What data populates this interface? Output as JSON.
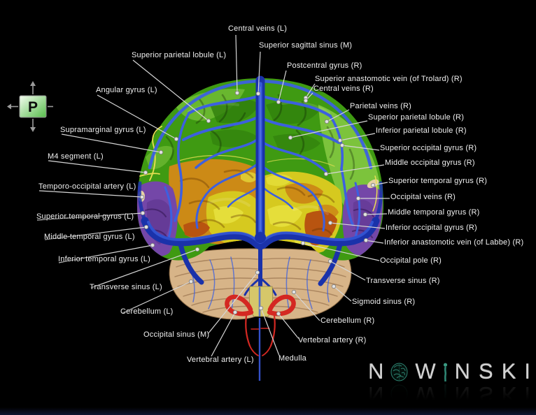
{
  "orientation_marker": {
    "letter": "P"
  },
  "logo": {
    "part1": "N",
    "part2": "W",
    "part3": "NSKI"
  },
  "labels": {
    "central_veins_l": "Central veins (L)",
    "superior_sagittal_sinus_m": "Superior sagittal sinus (M)",
    "superior_parietal_lobule_l": "Superior parietal lobule (L)",
    "postcentral_gyrus_r": "Postcentral gyrus (R)",
    "superior_anastomotic_vein_trolard_r": "Superior anastomotic vein (of Trolard) (R)",
    "central_veins_r": "Central veins (R)",
    "angular_gyrus_l": "Angular gyrus (L)",
    "parietal_veins_r": "Parietal veins (R)",
    "superior_parietal_lobule_r": "Superior parietal lobule (R)",
    "inferior_parietal_lobule_r": "Inferior parietal lobule (R)",
    "supramarginal_gyrus_l": "Supramarginal gyrus (L)",
    "superior_occipital_gyrus_r": "Superior occipital gyrus (R)",
    "m4_segment_l": "M4 segment (L)",
    "middle_occipital_gyrus_r": "Middle occipital gyrus (R)",
    "temporo_occipital_artery_l": "Temporo-occipital artery (L)",
    "superior_temporal_gyrus_r": "Superior temporal gyrus (R)",
    "occipital_veins_r": "Occipital veins (R)",
    "superior_temporal_gyrus_l": "Superior temporal gyrus (L)",
    "middle_temporal_gyrus_r": "Middle temporal gyrus (R)",
    "middle_temporal_gyrus_l": "Middle temporal gyrus (L)",
    "inferior_occipital_gyrus_r": "Inferior occipital gyrus (R)",
    "inferior_anastomotic_vein_labbe_r": "Inferior anastomotic vein (of Labbe) (R)",
    "inferior_temporal_gyrus_l": "Inferior temporal gyrus (L)",
    "occipital_pole_r": "Occipital pole (R)",
    "transverse_sinus_l": "Transverse sinus (L)",
    "transverse_sinus_r": "Transverse sinus (R)",
    "sigmoid_sinus_r": "Sigmoid sinus (R)",
    "cerebellum_l": "Cerebellum (L)",
    "cerebellum_r": "Cerebellum (R)",
    "occipital_sinus_m": "Occipital sinus (M)",
    "vertebral_artery_r": "Vertebral artery (R)",
    "vertebral_artery_l": "Vertebral artery (L)",
    "medulla": "Medulla"
  },
  "colors": {
    "background": "#000000",
    "label_text": "#f0f0f0",
    "leader_line": "#d6d6d6",
    "green_dark": "#2f7d0c",
    "green_mid": "#3f9a12",
    "green_light": "#7cc33c",
    "orange": "#cc8a16",
    "orange_dark": "#b85410",
    "yellow": "#d6c91f",
    "yellow_bright": "#e7e23f",
    "purple": "#7447a8",
    "purple_dark": "#5c338c",
    "tan_cortex": "#e6d2a4",
    "cerebellum_tan": "#d7b488",
    "cerebellum_line": "#a9845d",
    "vein_blue": "#1a32aa",
    "vein_light": "#3c60e0",
    "artery_red": "#d42822",
    "artery_yellow": "#e8e052",
    "medulla_yellow": "#d6c76a",
    "marker_green": "#57be4b",
    "logo_silver": "#d2d2d2",
    "logo_teal": "#2e8573"
  }
}
